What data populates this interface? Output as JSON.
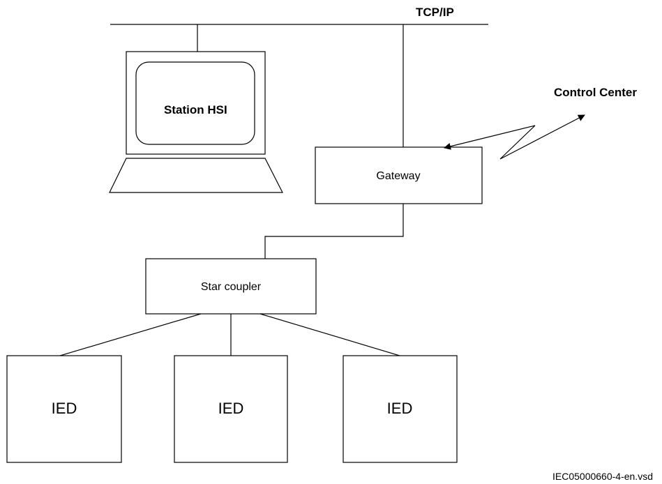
{
  "network": {
    "label": "TCP/IP"
  },
  "station": {
    "label": "Station HSI"
  },
  "control_center": {
    "label": "Control Center"
  },
  "gateway": {
    "label": "Gateway"
  },
  "star_coupler": {
    "label": "Star coupler"
  },
  "ieds": [
    {
      "label": "IED"
    },
    {
      "label": "IED"
    },
    {
      "label": "IED"
    }
  ],
  "footer": {
    "file_id": "IEC05000660-4-en.vsd"
  }
}
